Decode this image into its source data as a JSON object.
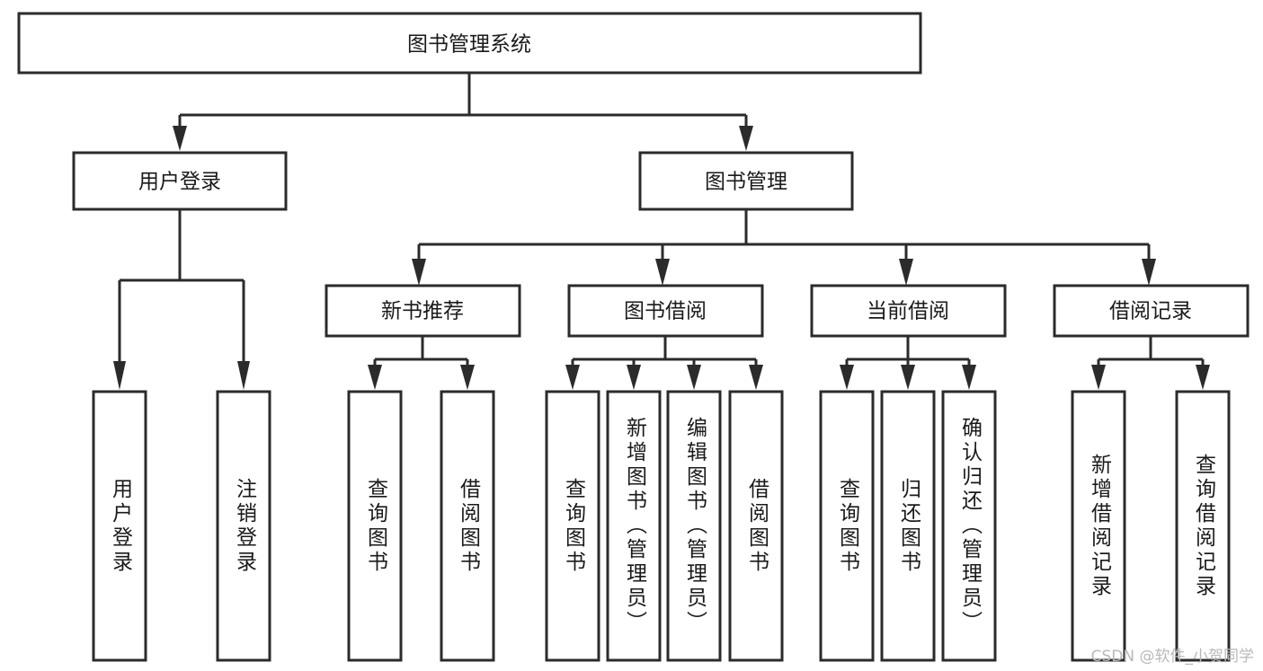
{
  "diagram": {
    "type": "tree-hierarchy-flowchart",
    "orientation": "top-down",
    "root": {
      "id": "root",
      "label": "图书管理系统"
    },
    "level2": [
      {
        "id": "user-login",
        "label": "用户登录"
      },
      {
        "id": "book-manage",
        "label": "图书管理"
      }
    ],
    "level3": [
      {
        "id": "new-book-recommend",
        "label": "新书推荐",
        "parent": "book-manage"
      },
      {
        "id": "book-borrow",
        "label": "图书借阅",
        "parent": "book-manage"
      },
      {
        "id": "current-borrow",
        "label": "当前借阅",
        "parent": "book-manage"
      },
      {
        "id": "borrow-record",
        "label": "借阅记录",
        "parent": "book-manage"
      }
    ],
    "leaves": [
      {
        "id": "leaf-user-login",
        "label": "用户登录",
        "parent": "user-login"
      },
      {
        "id": "leaf-logout-login",
        "label": "注销登录",
        "parent": "user-login"
      },
      {
        "id": "leaf-query-book-1",
        "label": "查询图书",
        "parent": "new-book-recommend"
      },
      {
        "id": "leaf-borrow-book-1",
        "label": "借阅图书",
        "parent": "new-book-recommend"
      },
      {
        "id": "leaf-query-book-2",
        "label": "查询图书",
        "parent": "book-borrow"
      },
      {
        "id": "leaf-add-book",
        "label": "新增图书（管理员）",
        "parent": "book-borrow"
      },
      {
        "id": "leaf-edit-book",
        "label": "编辑图书（管理员）",
        "parent": "book-borrow"
      },
      {
        "id": "leaf-borrow-book-2",
        "label": "借阅图书",
        "parent": "book-borrow"
      },
      {
        "id": "leaf-query-book-3",
        "label": "查询图书",
        "parent": "current-borrow"
      },
      {
        "id": "leaf-return-book",
        "label": "归还图书",
        "parent": "current-borrow"
      },
      {
        "id": "leaf-confirm-return",
        "label": "确认归还（管理员）",
        "parent": "current-borrow"
      },
      {
        "id": "leaf-add-record",
        "label": "新增借阅记录",
        "parent": "borrow-record"
      },
      {
        "id": "leaf-query-record",
        "label": "查询借阅记录",
        "parent": "borrow-record"
      }
    ],
    "colors": {
      "stroke": "#2b2b2b",
      "fill": "#ffffff",
      "text": "#1a1a1a",
      "background": "#ffffff",
      "watermark": "#b9b9b9"
    }
  },
  "watermark": {
    "text": "CSDN @软件_小贺同学"
  }
}
